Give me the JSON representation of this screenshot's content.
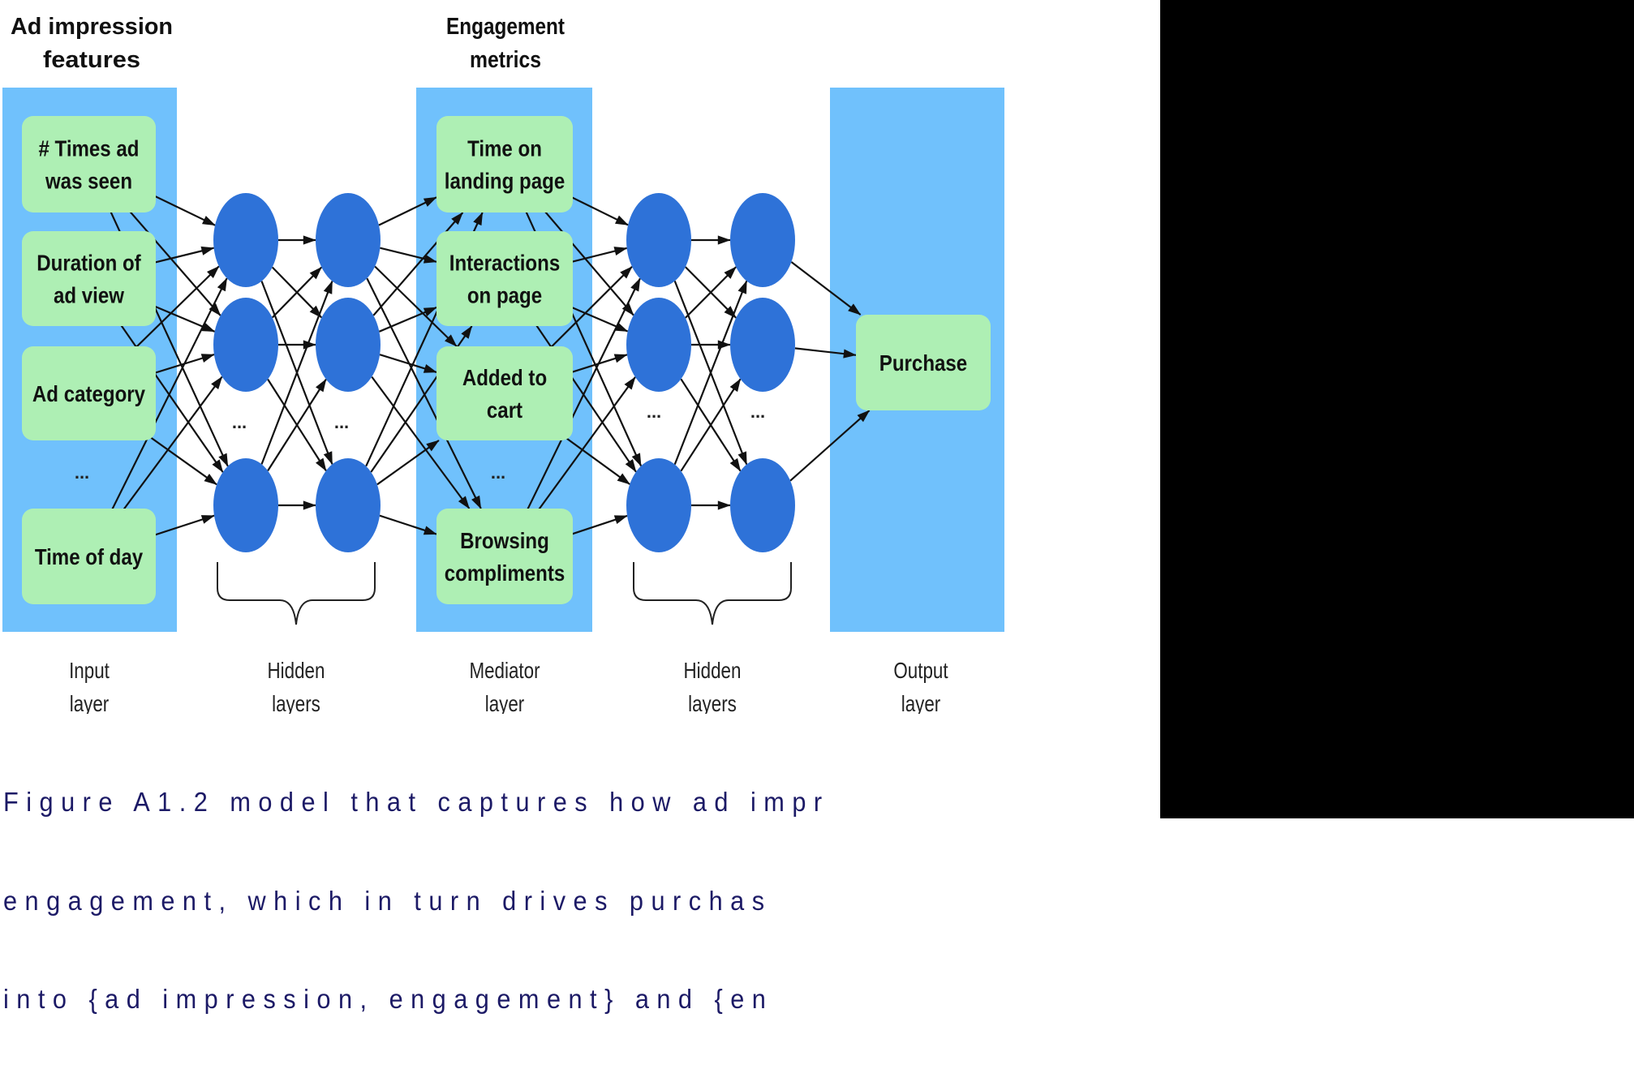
{
  "colors": {
    "panel": "#70C1FC",
    "box": "#AEEFB4",
    "node": "#2E72D8",
    "edge": "#111111",
    "caption": "#1C1A66",
    "background": "#FFFFFF",
    "side_panel": "#000000"
  },
  "column_titles": {
    "input": [
      "Ad impression",
      "features"
    ],
    "mediator": [
      "Engagement",
      "metrics"
    ]
  },
  "input_layer": {
    "boxes": [
      {
        "lines": [
          "# Times ad",
          "was seen"
        ]
      },
      {
        "lines": [
          "Duration of",
          "ad view"
        ]
      },
      {
        "lines": [
          "Ad category"
        ]
      },
      {
        "lines": [
          "Time of day"
        ]
      }
    ],
    "ellipsis": "..."
  },
  "mediator_layer": {
    "boxes": [
      {
        "lines": [
          "Time on",
          "landing page"
        ]
      },
      {
        "lines": [
          "Interactions",
          "on page"
        ]
      },
      {
        "lines": [
          "Added to",
          "cart"
        ]
      },
      {
        "lines": [
          "Browsing",
          "compliments"
        ]
      }
    ],
    "ellipsis": "..."
  },
  "output_layer": {
    "boxes": [
      {
        "lines": [
          "Purchase"
        ]
      }
    ]
  },
  "hidden_groups": [
    {
      "layers": 2,
      "nodes_per_layer_shown": 3,
      "ellipsis": "..."
    },
    {
      "layers": 2,
      "nodes_per_layer_shown": 3,
      "ellipsis": "..."
    }
  ],
  "layer_labels": [
    [
      "Input",
      "layer"
    ],
    [
      "Hidden",
      "layers"
    ],
    [
      "Mediator",
      "layer"
    ],
    [
      "Hidden",
      "layers"
    ],
    [
      "Output",
      "layer"
    ]
  ],
  "caption": {
    "lines": [
      "Figure A1.2 model that captures how ad impr",
      "engagement, which in turn drives purchas",
      "into {ad impression, engagement} and {en"
    ]
  }
}
